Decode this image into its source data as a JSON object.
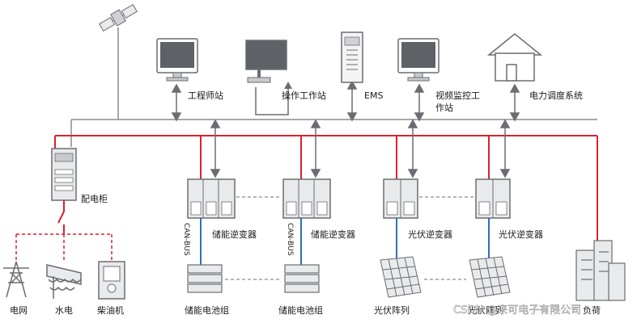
{
  "colors": {
    "ac_bus": "#d9232d",
    "comm_bus": "#8c8c8c",
    "can_bus": "#2f6fbf",
    "device_fill": "#e9eaec",
    "device_stroke": "#6a6d72"
  },
  "labels": {
    "engineer_station": "工程师站",
    "operator_station": "操作工作站",
    "ems": "EMS",
    "video_line1": "视频监控工",
    "video_line2": "作站",
    "dispatch": "电力调度系统",
    "switchgear": "配电柜",
    "storage_inverter": "储能逆变器",
    "pv_inverter": "光伏逆变器",
    "can_bus": "CAN-BUS",
    "battery_group": "储能电池组",
    "pv_array": "光伏阵列",
    "grid": "电网",
    "hydro": "水电",
    "diesel": "柴油机",
    "load": "负荷",
    "watermark": "CSDN @来可电子有限公司"
  },
  "icons": [
    "satellite-icon",
    "monitor-icon",
    "rack-server-icon",
    "house-icon",
    "cabinet-icon",
    "inverter-icon",
    "battery-rack-icon",
    "solar-panel-icon",
    "transmission-tower-icon",
    "hydro-dam-icon",
    "diesel-generator-icon",
    "building-icon"
  ]
}
